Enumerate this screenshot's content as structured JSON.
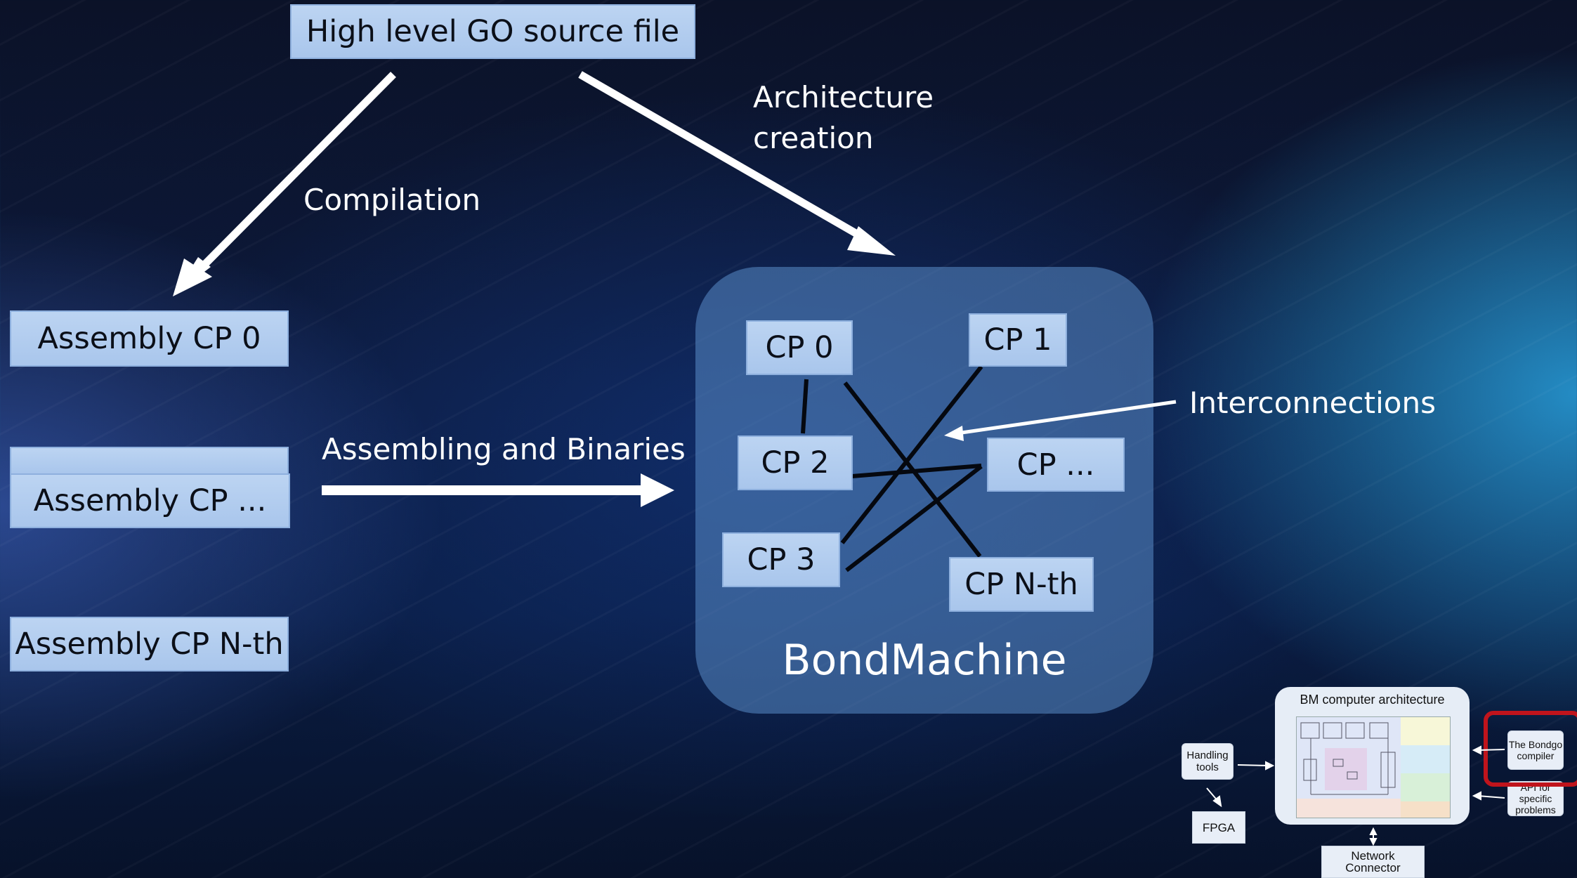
{
  "source_box": "High level GO source file",
  "labels": {
    "compilation": "Compilation",
    "architecture_line1": "Architecture",
    "architecture_line2": "creation",
    "assembling": "Assembling and Binaries",
    "interconnections": "Interconnections"
  },
  "assembly_boxes": [
    "Assembly CP 0",
    "Assembly CP ...",
    "Assembly CP N-th"
  ],
  "bondmachine": {
    "title": "BondMachine",
    "cps": [
      "CP 0",
      "CP 1",
      "CP 2",
      "CP ...",
      "CP 3",
      "CP N-th"
    ]
  },
  "mini": {
    "title": "BM computer architecture",
    "handling_tools": "Handling tools",
    "fpga": "FPGA",
    "network_connector": "Network Connector",
    "bondgo_compiler": "The Bondgo compiler",
    "api": "API for specific problems"
  },
  "colors": {
    "box_fill": "#a9c6ec",
    "panel": "#5a8cc8",
    "highlight": "#c0141c"
  }
}
